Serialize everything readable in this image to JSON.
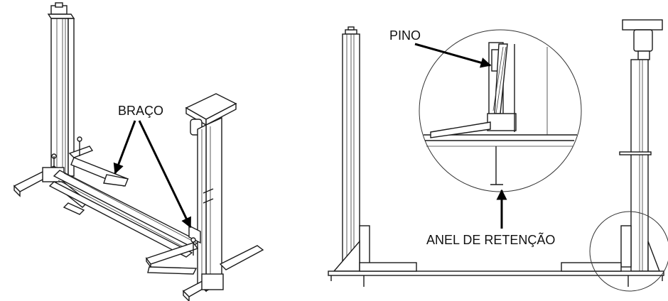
{
  "labels": {
    "braco": "BRAÇO",
    "pino": "PINO",
    "anel": "ANEL DE RETENÇÃO"
  }
}
